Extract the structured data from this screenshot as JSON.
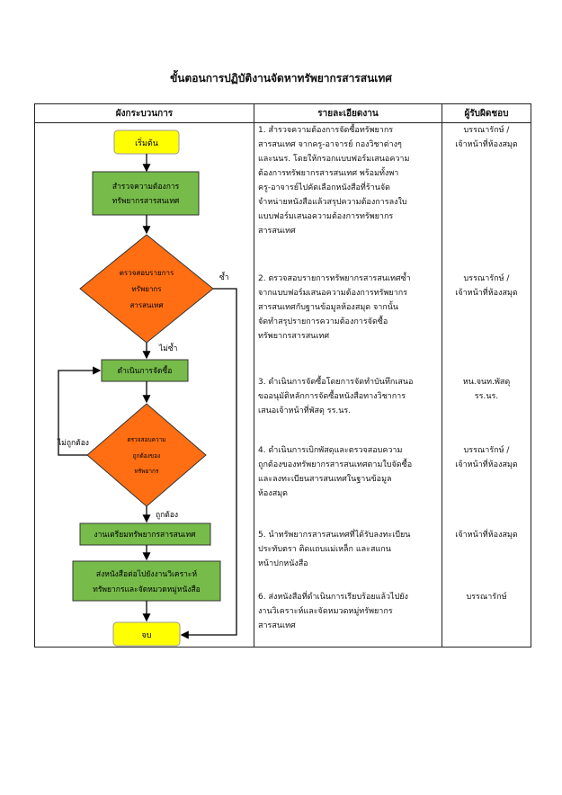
{
  "title": "ขั้นตอนการปฏิบัติงานจัดหาทรัพยากรสารสนเทศ",
  "headers": {
    "flow": "ผังกระบวนการ",
    "detail": "รายละเอียดงาน",
    "responsible": "ผู้รับผิดชอบ"
  },
  "flowchart": {
    "start": "เริ่มต้น",
    "survey": [
      "สำรวจความต้องการ",
      "ทรัพยากรสารสนเทศ"
    ],
    "check": [
      "ตรวจสอบรายการ",
      "ทรัพยากร",
      "สารสนเทศ"
    ],
    "dup_label": "ซ้ำ",
    "nodup_label": "ไม่ซ้ำ",
    "procure": "ดำเนินการจัดซื้อ",
    "verify": [
      "ตรวจสอบความ",
      "ถูกต้องของ",
      "ทรัพยากร"
    ],
    "wrong_label": "ไม่ถูกต้อง",
    "correct_label": "ถูกต้อง",
    "prepare": "งานเตรียมทรัพยากรสารสนเทศ",
    "send": [
      "ส่งหนังสือต่อไปยังงานวิเคราะห์",
      "ทรัพยากรและจัดหมวดหมู่หนังสือ"
    ],
    "end": "จบ"
  },
  "steps": [
    {
      "lines": [
        "1. สำรวจความต้องการจัดซื้อทรัพยากร",
        "สารสนเทศ  จากครู-อาจารย์ กองวิชาต่างๆ",
        "และนนร. โดยให้กรอกแบบฟอร์มเสนอความ",
        "ต้องการทรัพยากรสารสนเทศ พร้อมทั้งพา",
        "ครู-อาจารย์ไปคัดเลือกหนังสือที่ร้านจัด",
        "จำหน่ายหนังสือแล้วสรุปความต้องการลงใบ",
        "แบบฟอร์มเสนอความต้องการทรัพยากร",
        "สารสนเทศ"
      ],
      "responsible": [
        "บรรณารักษ์ /",
        "เจ้าหน้าที่ห้องสมุด"
      ]
    },
    {
      "lines": [
        "2. ตรวจสอบรายการทรัพยากรสารสนเทศซ้ำ",
        "จากแบบฟอร์มเสนอความต้องการทรัพยากร",
        "สารสนเทศกับฐานข้อมูลห้องสมุด จากนั้น",
        "จัดทำสรุปรายการความต้องการจัดซื้อ",
        "ทรัพยากรสารสนเทศ"
      ],
      "responsible": [
        "บรรณารักษ์ /",
        "เจ้าหน้าที่ห้องสมุด"
      ]
    },
    {
      "lines": [
        "3. ดำเนินการจัดซื้อโดยการจัดทำบันทึกเสนอ",
        "ขออนุมัติหลักการจัดซื้อหนังสือทางวิชาการ",
        "เสนอเจ้าหน้าที่พัสดุ รร.นร."
      ],
      "responsible": [
        "หน.จนท.พัสดุ",
        "รร.นร."
      ]
    },
    {
      "lines": [
        "4. ดำเนินการเบิกพัสดุและตรวจสอบความ",
        "ถูกต้องของทรัพยากรสารสนเทศตามใบจัดซื้อ",
        "และลงทะเบียนสารสนเทศในฐานข้อมูล",
        "ห้องสมุด"
      ],
      "responsible": [
        "บรรณารักษ์ /",
        "เจ้าหน้าที่ห้องสมุด"
      ]
    },
    {
      "lines": [
        "5. นำทรัพยากรสารสนเทศที่ได้รับลงทะเบียน",
        "ประทับตรา ติดแถบแม่เหล็ก และสแกน",
        "หน้าปกหนังสือ"
      ],
      "responsible": [
        "เจ้าหน้าที่ห้องสมุด"
      ]
    },
    {
      "lines": [
        "6. ส่งหนังสือที่ดำเนินการเรียบร้อยแล้วไปยัง",
        "งานวิเคราะห์และจัดหมวดหมู่ทรัพยากร",
        "สารสนเทศ"
      ],
      "responsible": [
        "บรรณารักษ์"
      ]
    }
  ],
  "colors": {
    "start_end": "#ffff00",
    "process": "#77bc4a",
    "decision": "#ff6e12"
  }
}
